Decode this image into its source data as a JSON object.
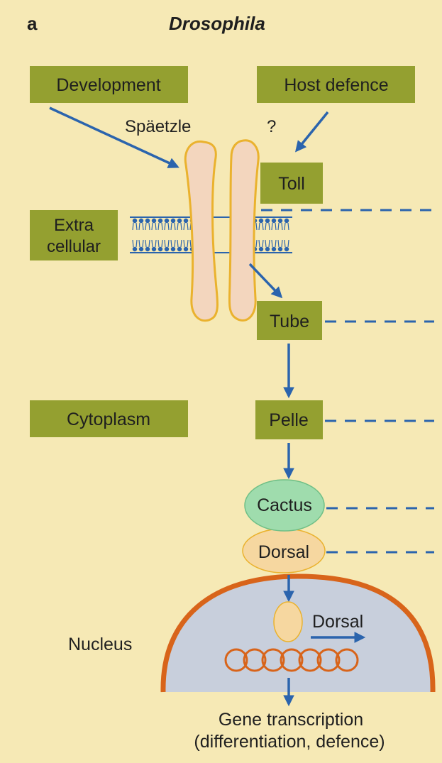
{
  "panel": {
    "letter": "a",
    "title": "Drosophila"
  },
  "boxes": {
    "development": "Development",
    "host_defence": "Host defence",
    "toll": "Toll",
    "extracellular_line1": "Extra",
    "extracellular_line2": "cellular",
    "tube": "Tube",
    "cytoplasm": "Cytoplasm",
    "pelle": "Pelle"
  },
  "labels": {
    "spaetzle": "Späetzle",
    "question": "?",
    "cactus": "Cactus",
    "dorsal": "Dorsal",
    "nucleus": "Nucleus",
    "dorsal_nuclear": "Dorsal",
    "gene_transcription_line1": "Gene transcription",
    "gene_transcription_line2": "(differentiation, defence)"
  },
  "colors": {
    "background": "#f6e9b5",
    "label_box": "#94a030",
    "arrow": "#2b64ad",
    "receptor_outline": "#eab22e",
    "receptor_fill": "#f3d6be",
    "cactus_fill": "#9fdcad",
    "dorsal_fill": "#f6d7a0",
    "nucleus_fill": "#c8cfdc",
    "nuclear_envelope": "#d8641a",
    "dna": "#d8641a",
    "text": "#1f1f1f"
  }
}
